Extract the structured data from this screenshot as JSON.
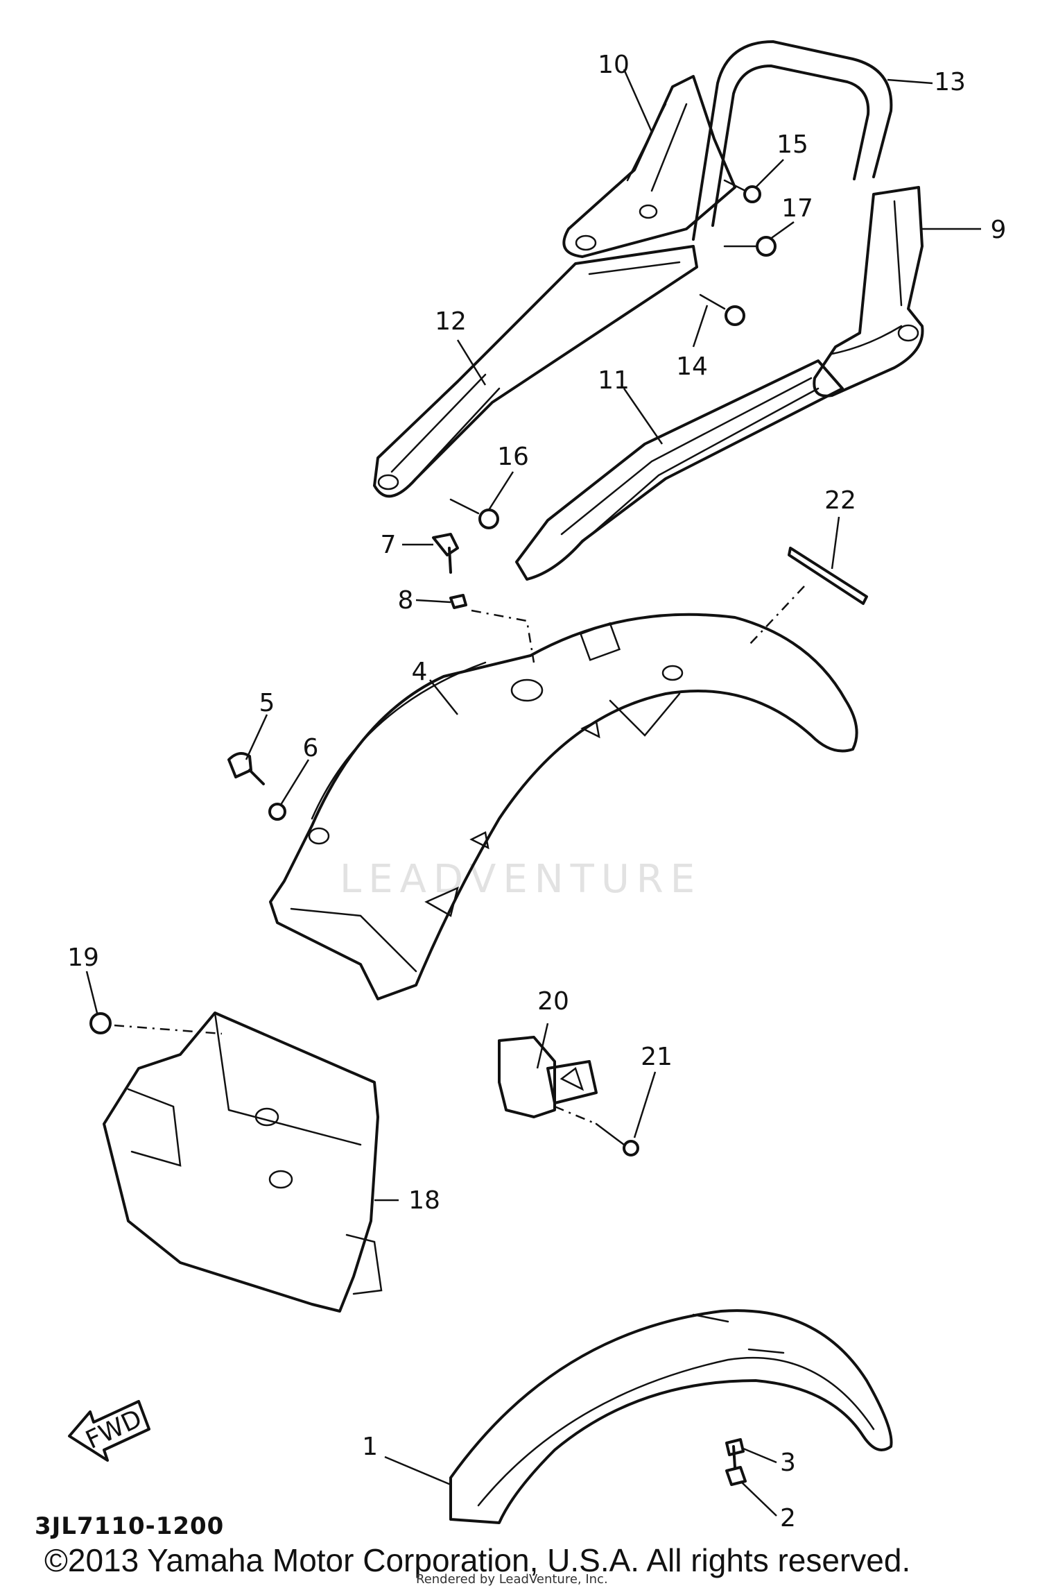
{
  "callouts": [
    "1",
    "2",
    "3",
    "4",
    "5",
    "6",
    "7",
    "8",
    "9",
    "10",
    "11",
    "12",
    "13",
    "14",
    "15",
    "16",
    "17",
    "18",
    "19",
    "20",
    "21",
    "22"
  ],
  "direction_tag": "FWD",
  "catalog_code": "3JL7110-1200",
  "copyright": "©2013 Yamaha Motor Corporation, U.S.A. All rights reserved.",
  "rendered_by": "Rendered by LeadVenture, Inc.",
  "watermark": "LEADVENTURE"
}
